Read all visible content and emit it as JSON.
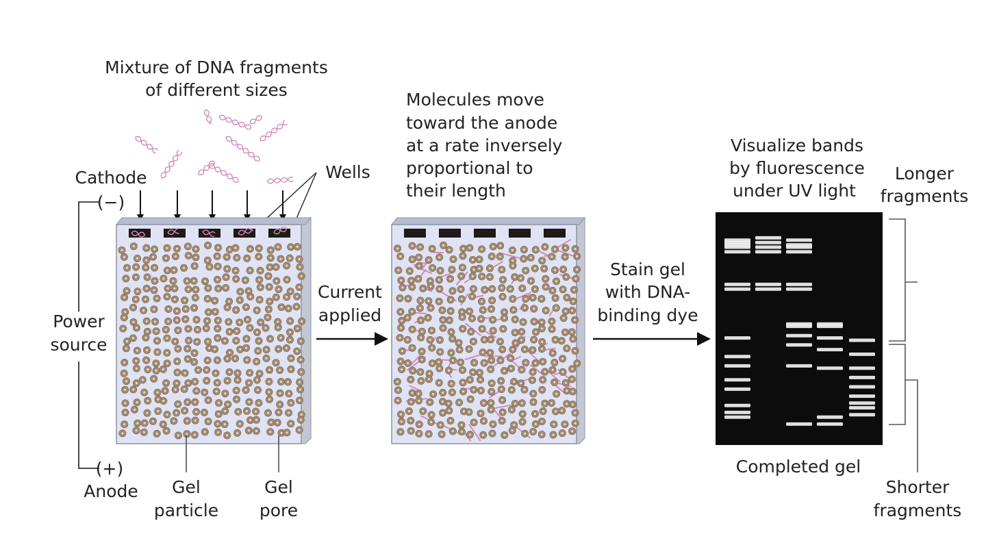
{
  "labels": {
    "mixture_line1": "Mixture of DNA fragments",
    "mixture_line2": "of different sizes",
    "cathode": "Cathode",
    "cathode_sign": "(−)",
    "wells": "Wells",
    "power_line1": "Power",
    "power_line2": "source",
    "anode_sign": "(+)",
    "anode": "Anode",
    "gel_particle_line1": "Gel",
    "gel_particle_line2": "particle",
    "gel_pore_line1": "Gel",
    "gel_pore_line2": "pore",
    "current_line1": "Current",
    "current_line2": "applied",
    "molecules_line1": "Molecules move",
    "molecules_line2": "toward the anode",
    "molecules_line3": "at a rate inversely",
    "molecules_line4": "proportional to",
    "molecules_line5": "their length",
    "stain_line1": "Stain gel",
    "stain_line2": "with DNA-",
    "stain_line3": "binding dye",
    "visualize_line1": "Visualize bands",
    "visualize_line2": "by fluorescence",
    "visualize_line3": "under UV light",
    "completed_gel": "Completed gel",
    "longer_line1": "Longer",
    "longer_line2": "fragments",
    "shorter_line1": "Shorter",
    "shorter_line2": "fragments"
  },
  "colors": {
    "gel_fill": "#dfe3f3",
    "gel_edge": "#9aa0b0",
    "particle": "#a08a72",
    "dna": "#d48ab8",
    "well": "#1e1a1a",
    "dark_gel": "#0c0c0c",
    "band": "#f2f2f2"
  },
  "gel_lanes": [
    {
      "lane": 1,
      "bands": [
        0.12,
        0.13,
        0.14,
        0.15,
        0.17,
        0.31,
        0.33,
        0.54,
        0.62,
        0.66,
        0.72,
        0.76,
        0.83,
        0.86,
        0.88
      ]
    },
    {
      "lane": 2,
      "bands": [
        0.11,
        0.13,
        0.15,
        0.17,
        0.31,
        0.33
      ]
    },
    {
      "lane": 3,
      "bands": [
        0.12,
        0.14,
        0.15,
        0.17,
        0.31,
        0.33,
        0.48,
        0.49,
        0.53,
        0.57,
        0.66,
        0.91
      ]
    },
    {
      "lane": 4,
      "bands": [
        0.48,
        0.49,
        0.54,
        0.59,
        0.67,
        0.88,
        0.91
      ]
    },
    {
      "lane": 5,
      "bands": [
        0.55,
        0.61,
        0.67,
        0.71,
        0.75,
        0.79,
        0.82,
        0.84,
        0.87
      ]
    }
  ]
}
